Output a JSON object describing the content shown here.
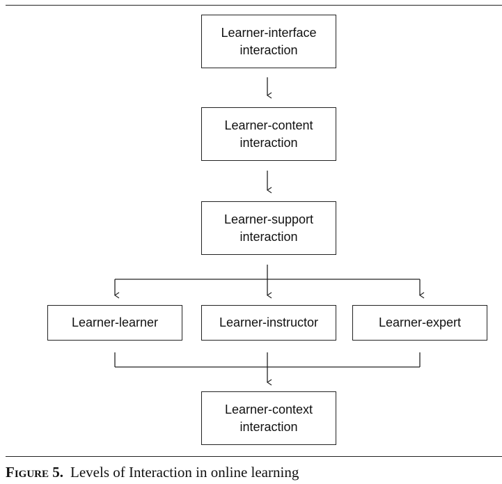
{
  "diagram": {
    "nodes": {
      "interface": "Learner-interface interaction",
      "content": "Learner-content interaction",
      "support": "Learner-support interaction",
      "learner": "Learner-learner",
      "instructor": "Learner-instructor",
      "expert": "Learner-expert",
      "context": "Learner-context interaction"
    },
    "edges": [
      {
        "from": "interface",
        "to": "content"
      },
      {
        "from": "content",
        "to": "support"
      },
      {
        "from": "support",
        "to": "learner"
      },
      {
        "from": "support",
        "to": "instructor"
      },
      {
        "from": "support",
        "to": "expert"
      },
      {
        "from": "learner",
        "to": "context"
      },
      {
        "from": "instructor",
        "to": "context"
      },
      {
        "from": "expert",
        "to": "context"
      }
    ]
  },
  "caption": {
    "label": "Figure 5.",
    "text": "Levels of Interaction in online learning"
  }
}
